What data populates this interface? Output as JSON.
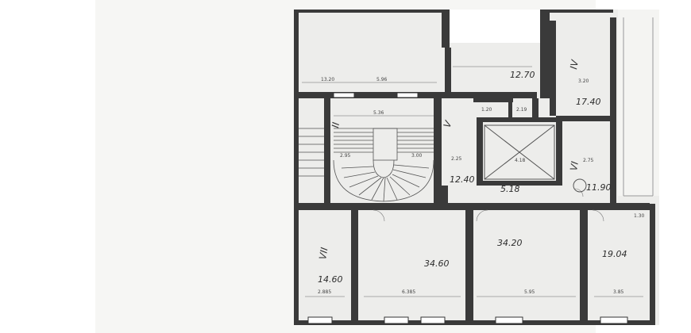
{
  "plan": {
    "room_areas": {
      "top_center": "12.70",
      "top_right": "17.40",
      "center_left": "12.40",
      "center": "5.18",
      "center_right": "11.90",
      "bottom_1": "14.60",
      "bottom_2": "34.60",
      "bottom_3": "34.20",
      "bottom_4": "19.04"
    },
    "dimensions": {
      "d1": "13.20",
      "d2": "5.96",
      "d3": "5.36",
      "d4": "3.20",
      "d5": "2.25",
      "d6": "4.18",
      "d7": "2.75",
      "d8": "2.95",
      "d9": "3.00",
      "d10": "2.885",
      "d11": "6.385",
      "d12": "5.95",
      "d13": "3.85",
      "d14": "1.30",
      "d15": "2.19",
      "d16": "1.20"
    },
    "marks": {
      "m1": "IV",
      "m2": "V",
      "m3": "VI",
      "m4": "VII",
      "m5": "II"
    }
  }
}
